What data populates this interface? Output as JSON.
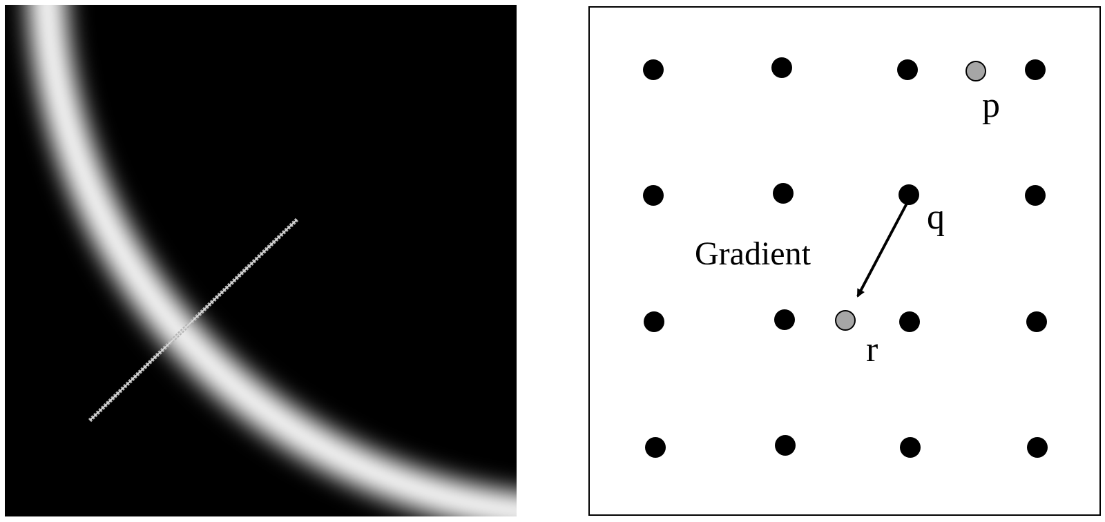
{
  "left_panel": {
    "colors": {
      "background": "#000000",
      "band": "#ffffff",
      "probe_line": "#b0b0b0"
    }
  },
  "right_panel": {
    "labels": {
      "p": "p",
      "q": "q",
      "r": "r",
      "gradient": "Gradient"
    },
    "colors": {
      "pixel": "#000000",
      "interpolated": "#a6a6a6",
      "border": "#000000",
      "background": "#ffffff"
    },
    "grid": {
      "rows": 4,
      "cols": 4
    }
  }
}
